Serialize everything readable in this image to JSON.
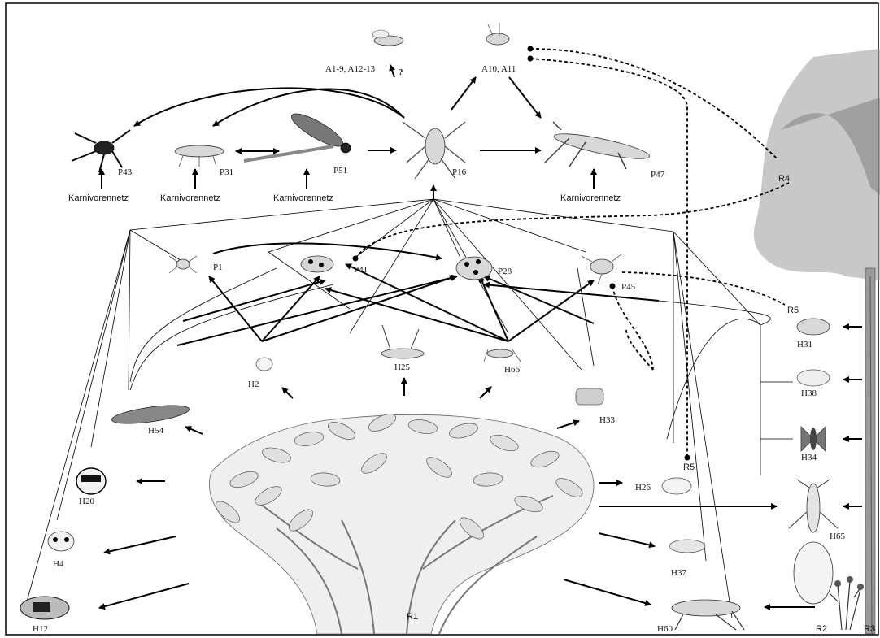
{
  "labels": {
    "a1": "A1-9, A12-13",
    "q": "?",
    "a10": "A10, A11",
    "p43": "P43",
    "p31": "P31",
    "p51": "P51",
    "p16": "P16",
    "p47": "P47",
    "r4": "R4",
    "r5a": "R5",
    "r5b": "R5",
    "p1": "P1",
    "p41": "P41",
    "p28": "P28",
    "p45": "P45",
    "h2": "H2",
    "h25": "H25",
    "h66": "H66",
    "h33": "H33",
    "h54": "H54",
    "h20": "H20",
    "h4": "H4",
    "h12": "H12",
    "h26": "H26",
    "h37": "H37",
    "h60": "H60",
    "h31": "H31",
    "h38": "H38",
    "h34": "H34",
    "h65": "H65",
    "r1": "R1",
    "r2": "R2",
    "r3": "R3"
  },
  "karnivoren": [
    "Karnivorennetz",
    "Karnivorennetz",
    "Karnivorennetz",
    "Karnivorennetz"
  ]
}
